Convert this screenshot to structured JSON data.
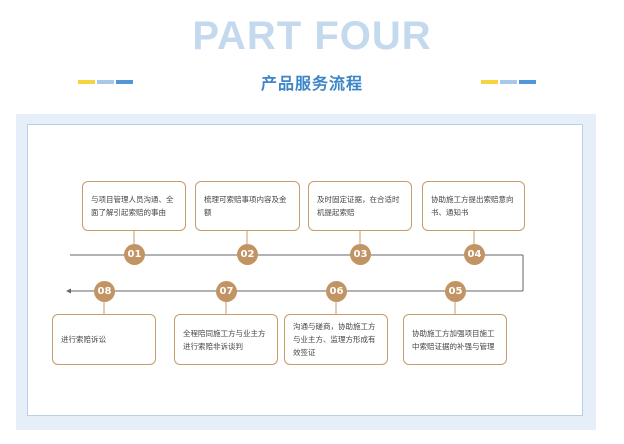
{
  "header": {
    "title": "PART FOUR",
    "subtitle": "产品服务流程",
    "deco_colors": [
      "#f7d43f",
      "#a7c8ec",
      "#4f97d8"
    ]
  },
  "colors": {
    "accent_brown": "#c29463",
    "box_border": "#c69c6d",
    "title_blue": "#3c86c8",
    "title_light": "#c4d9ee",
    "panel_bg": "#e5eef9"
  },
  "steps": [
    {
      "num": "01",
      "text": "与项目管理人员沟通、全面了解引起索赔的事由"
    },
    {
      "num": "02",
      "text": "梳理可索赔事项内容及金额"
    },
    {
      "num": "03",
      "text": "及时固定证据，在合适时机提起索赔"
    },
    {
      "num": "04",
      "text": "协助施工方提出索赔意向书、通知书"
    },
    {
      "num": "05",
      "text": "协助施工方加强项目施工中索赔证据的补强与管理"
    },
    {
      "num": "06",
      "text": "沟通与磋商，协助施工方与业主方、监理方形成有效签证"
    },
    {
      "num": "07",
      "text": "全程陪同施工方与业主方进行索赔非诉谈判"
    },
    {
      "num": "08",
      "text": "进行索赔诉讼"
    }
  ]
}
